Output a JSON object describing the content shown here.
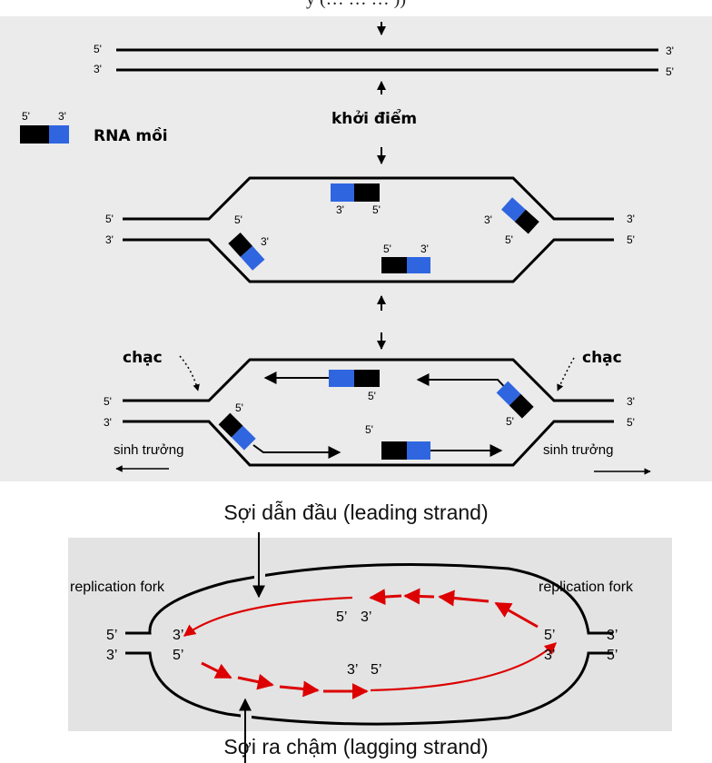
{
  "header_fragment": "y (… … … ))",
  "labels": {
    "five_prime": "5'",
    "three_prime": "3'",
    "primer_legend": "RNA mồi",
    "origin": "khởi điểm",
    "fork": "chạc",
    "growth": "sinh trưởng",
    "fork_en": "replication fork",
    "p5": "5’",
    "p3": "3’"
  },
  "captions": {
    "leading": "Sợi dẫn đầu (leading strand)",
    "lagging": "Sợi ra chậm (lagging strand)"
  },
  "colors": {
    "panel_bg": "#ebebeb",
    "primer_blue": "#2f66e0",
    "primer_black": "#000000",
    "new_strand_red": "#dd0000",
    "strand": "#000000"
  }
}
